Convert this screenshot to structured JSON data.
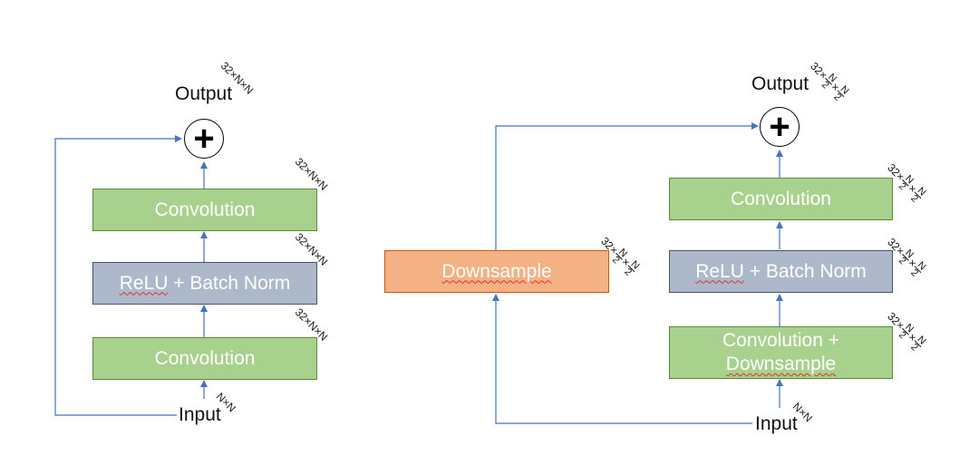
{
  "left_block": {
    "output_label": "Output",
    "output_dim": "32×N×N",
    "conv_top_label": "Convolution",
    "conv_top_dim": "32×N×N",
    "relu_bn": {
      "word1": "ReLU",
      "rest": " + Batch Norm"
    },
    "relu_dim": "32×N×N",
    "conv_bottom_label": "Convolution",
    "conv_bottom_dim": "32×N×N",
    "input_label": "Input",
    "input_dim": "N×N",
    "adder_symbol": "+"
  },
  "right_block": {
    "output_label": "Output",
    "dim_prefix": "32×",
    "dim_frac_num": "N",
    "dim_frac_den": "2",
    "dim_times": "×",
    "downsample_label": "Downsample",
    "conv_top_label": "Convolution",
    "relu_bn": {
      "word1": "ReLU",
      "rest": " + Batch Norm"
    },
    "conv_ds": {
      "line1": "Convolution +",
      "line2": "Downsample"
    },
    "input_label": "Input",
    "input_dim": "N×N",
    "adder_symbol": "+"
  },
  "colors": {
    "conv_fill": "#a9d18e",
    "bn_fill": "#adb9ca",
    "downsample_fill": "#f4b183",
    "arrow": "#4472c4"
  }
}
